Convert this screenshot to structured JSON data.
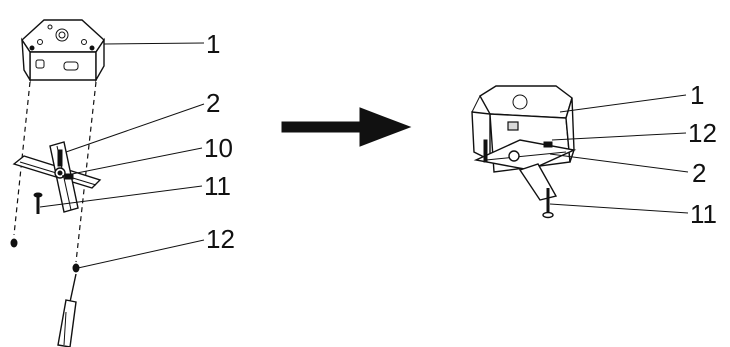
{
  "diagram": {
    "left_callouts": {
      "box": "1",
      "bracket": "2",
      "part_10": "10",
      "screw_11": "11",
      "screw_12": "12"
    },
    "right_callouts": {
      "box": "1",
      "screw_12": "12",
      "bracket": "2",
      "screw_11": "11"
    }
  }
}
